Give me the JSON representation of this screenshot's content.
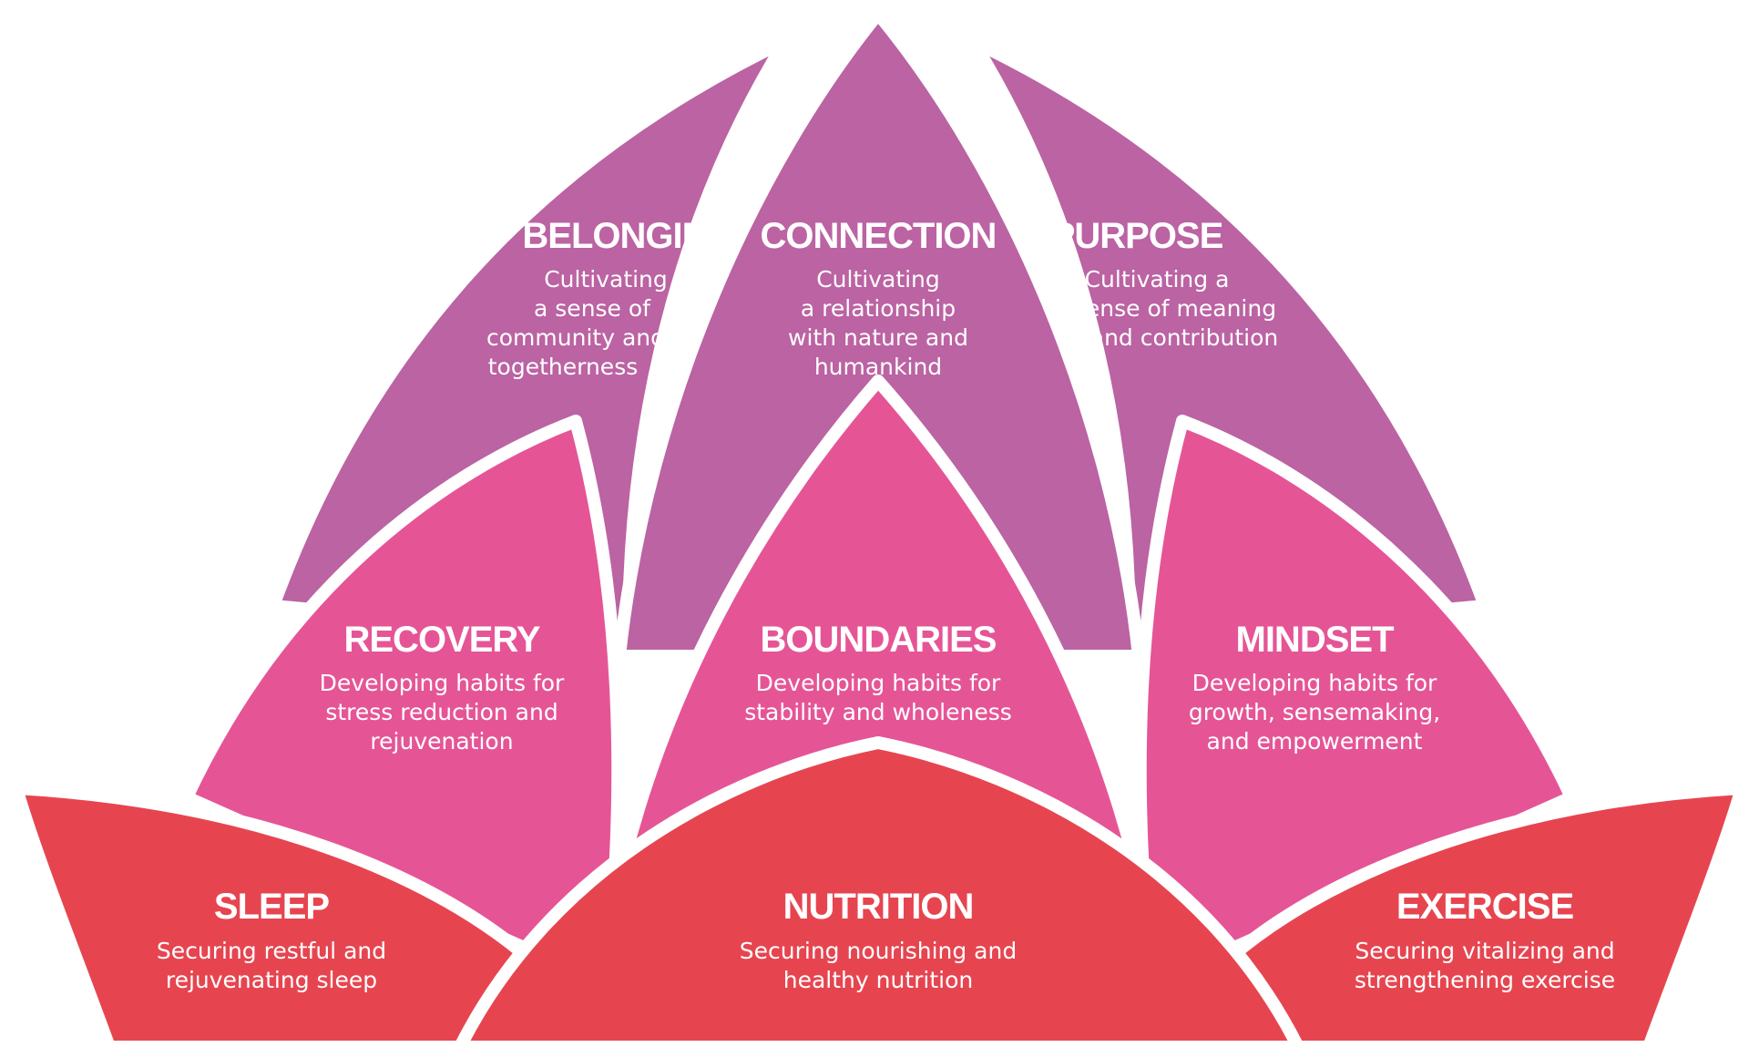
{
  "colors": {
    "top_petal": "#bb63a3",
    "mid_petal": "#e55596",
    "base_petal": "#e64550",
    "background": "#ffffff"
  },
  "petals": {
    "belonging": {
      "title": "BELONGING",
      "lines": [
        "Cultivating",
        "a sense of",
        "community and",
        "togetherness"
      ]
    },
    "connection": {
      "title": "CONNECTION",
      "lines": [
        "Cultivating",
        "a relationship",
        "with nature and",
        "humankind"
      ]
    },
    "purpose": {
      "title": "PURPOSE",
      "lines": [
        "Cultivating a",
        "sense of meaning",
        "and contribution"
      ]
    },
    "recovery": {
      "title": "RECOVERY",
      "lines": [
        "Developing habits for",
        "stress reduction and",
        "rejuvenation"
      ]
    },
    "boundaries": {
      "title": "BOUNDARIES",
      "lines": [
        "Developing habits for",
        "stability and wholeness"
      ]
    },
    "mindset": {
      "title": "MINDSET",
      "lines": [
        "Developing habits for",
        "growth, sensemaking,",
        "and empowerment"
      ]
    },
    "sleep": {
      "title": "SLEEP",
      "lines": [
        "Securing restful and",
        "rejuvenating sleep"
      ]
    },
    "nutrition": {
      "title": "NUTRITION",
      "lines": [
        "Securing nourishing and",
        "healthy nutrition"
      ]
    },
    "exercise": {
      "title": "EXERCISE",
      "lines": [
        "Securing vitalizing and",
        "strengthening exercise"
      ]
    }
  }
}
